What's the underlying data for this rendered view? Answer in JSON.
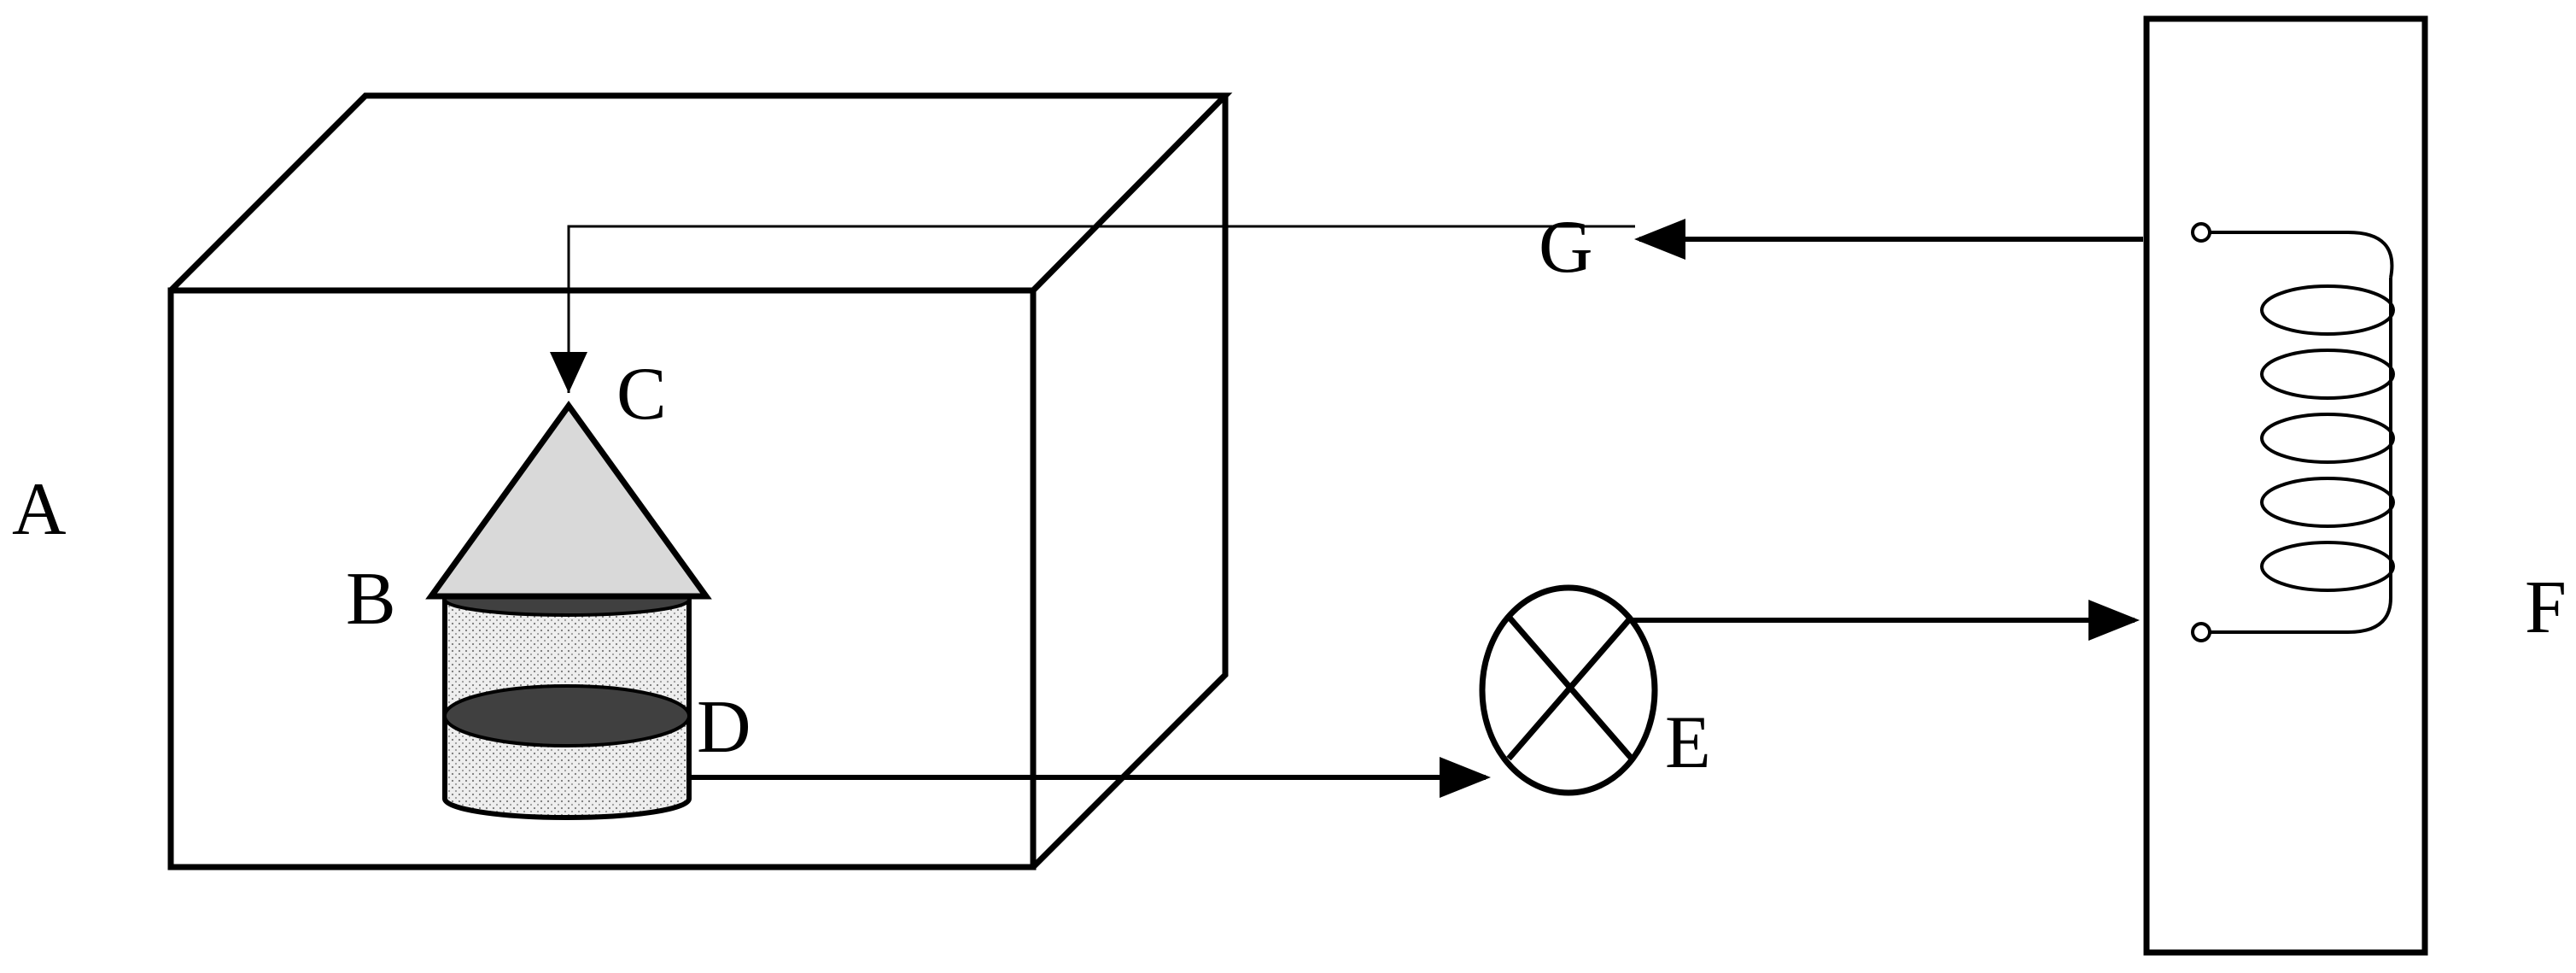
{
  "labels": {
    "A": "A",
    "B": "B",
    "C": "C",
    "D": "D",
    "E": "E",
    "F": "F",
    "G": "G"
  },
  "colors": {
    "line": "#000000",
    "cone_fill": "#d9d9d9",
    "disc_fill": "#404040",
    "can_fill": "#e8e8e8",
    "background": "#ffffff"
  },
  "icons": {
    "lamp": "circle-cross-icon",
    "coil": "coil-icon",
    "cone": "triangle-cone-icon"
  }
}
